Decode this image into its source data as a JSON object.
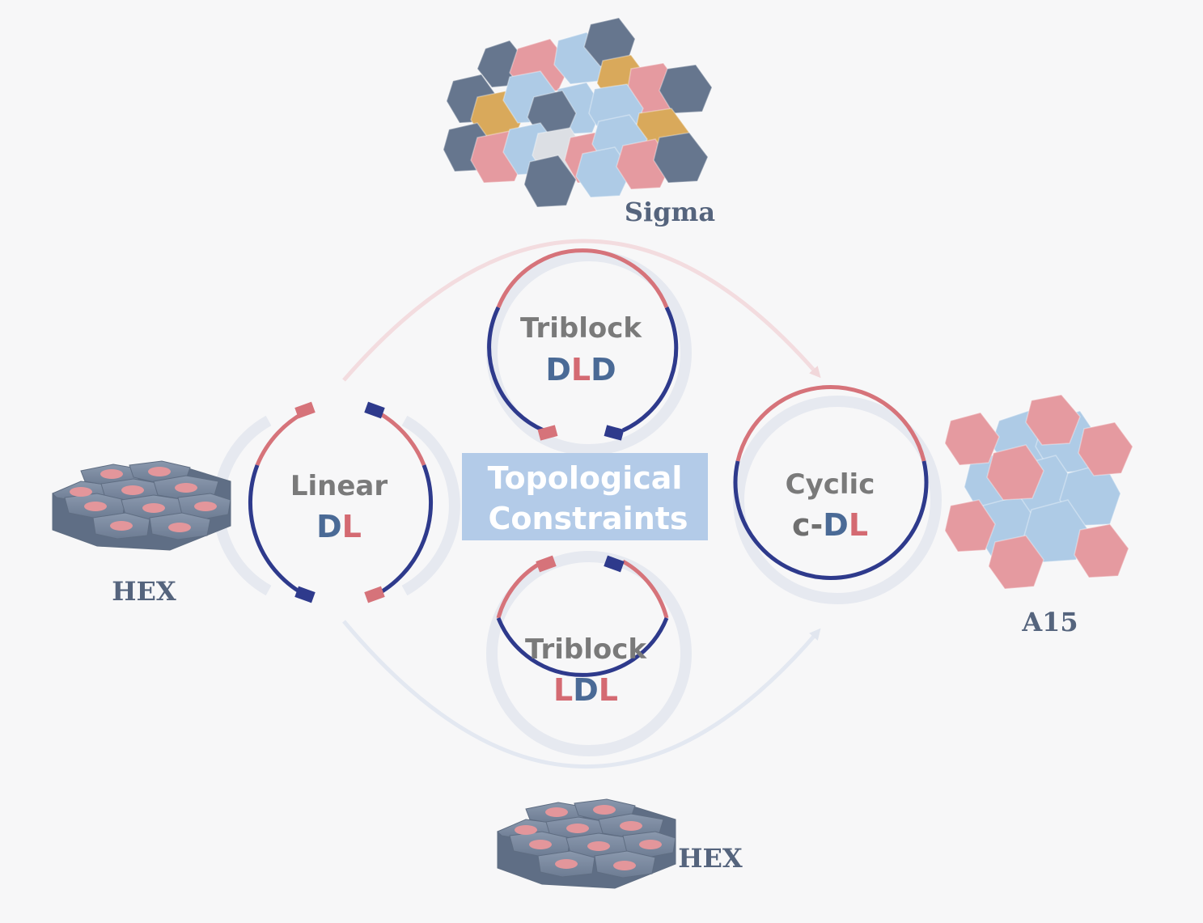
{
  "colors": {
    "background": "#f7f7f8",
    "blue_block": "#2e3a8c",
    "red_block": "#d6737a",
    "letter_blue": "#4a6a96",
    "letter_red": "#d46a72",
    "title_gray": "#7a7a7a",
    "box_fill": "#b3cbe8",
    "box_text": "#ffffff",
    "label_slate": "#55647d",
    "faint_arrow_pink": "#f3dcdf",
    "faint_arrow_blue": "#e3e8f1"
  },
  "center_box": {
    "line1": "Topological",
    "line2": "Constraints"
  },
  "linear": {
    "title": "Linear",
    "letters": [
      {
        "t": "D",
        "c": "blue"
      },
      {
        "t": "L",
        "c": "red"
      }
    ]
  },
  "dld": {
    "title": "Triblock",
    "letters": [
      {
        "t": "D",
        "c": "blue"
      },
      {
        "t": "L",
        "c": "red"
      },
      {
        "t": "D",
        "c": "blue"
      }
    ]
  },
  "ldl": {
    "title": "Triblock",
    "letters": [
      {
        "t": "L",
        "c": "red"
      },
      {
        "t": "D",
        "c": "blue"
      },
      {
        "t": "L",
        "c": "red"
      }
    ]
  },
  "cyclic": {
    "title": "Cyclic",
    "letters": [
      {
        "t": "c-",
        "c": "gray"
      },
      {
        "t": "D",
        "c": "blue"
      },
      {
        "t": "L",
        "c": "red"
      }
    ]
  },
  "phases": {
    "sigma": "Sigma",
    "hex_left": "HEX",
    "hex_bottom": "HEX",
    "a15": "A15"
  }
}
